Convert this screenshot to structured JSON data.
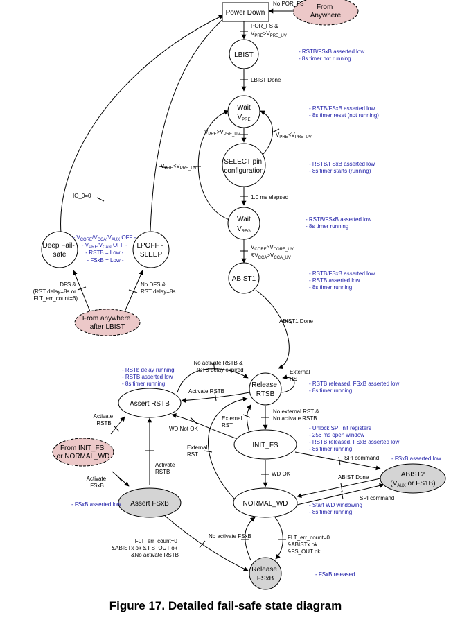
{
  "caption": "Figure 17.  Detailed fail-safe state diagram",
  "colors": {
    "pink": "#ecc8c8",
    "gray": "#d4d4d4",
    "note": "#1a1aa6"
  },
  "states": {
    "power_down": "Power Down",
    "from_anywhere": [
      "From",
      "Anywhere"
    ],
    "lbist": "LBIST",
    "wait_vpre": [
      "Wait",
      "V",
      "PRE"
    ],
    "select_pin": [
      "SELECT pin",
      "configuration"
    ],
    "wait_vreg": [
      "Wait",
      "V",
      "REG"
    ],
    "abist1": "ABIST1",
    "deep_failsafe": [
      "Deep Fail-",
      "safe"
    ],
    "lpoff": [
      "LPOFF -",
      "SLEEP"
    ],
    "from_anywhere_lbist": [
      "From anywhere",
      "after LBIST"
    ],
    "release_rstb": [
      "Release",
      "RTSB"
    ],
    "assert_rstb": "Assert RSTB",
    "init_fs": "INIT_FS",
    "from_init": [
      "From INIT_FS",
      "or NORMAL_WD"
    ],
    "abist2": [
      "ABIST2",
      "(V",
      "AUX",
      " or FS1B)"
    ],
    "normal_wd": "NORMAL_WD",
    "assert_fsxb": "Assert FSxB",
    "release_fsxb": [
      "Release",
      "FSxB"
    ]
  },
  "transitions": {
    "no_por_fs": "No POR_FS",
    "por_fs": [
      "POR_FS &",
      "V",
      "PRE",
      ">V",
      "PRE_UV"
    ],
    "lbist_done": "LBIST Done",
    "vpre_gt": [
      "V",
      "PRE",
      ">V",
      "PRE_UV"
    ],
    "vpre_lt_right": [
      "V",
      "PRE",
      "<V",
      "PRE_UV"
    ],
    "vpre_lt_left": [
      "V",
      "PRE",
      "<V",
      "PRE_UV"
    ],
    "elapsed": "1.0 ms elapsed",
    "vcore_vcca": [
      "V",
      "CORE",
      ">V",
      "CORE_UV",
      "&V",
      "CCA",
      ">V",
      "CCA_UV"
    ],
    "io_0": "IO_0=0",
    "dfs": [
      "DFS &",
      "(RST delay=8s or",
      "FLT_err_count=6)"
    ],
    "no_dfs": [
      "No DFS &",
      "RST delay=8s"
    ],
    "abist1_done": "ABIST1 Done",
    "no_activate_rstb": [
      "No activate RSTB &",
      "RSTB delay expired"
    ],
    "activate_rstb_top": "Activate RSTB",
    "external_rst_loop": [
      "External",
      "RST"
    ],
    "no_external_rst": [
      "No external RST &",
      "No activate RSTB"
    ],
    "external_rst_mid": [
      "External",
      "RST"
    ],
    "wd_not_ok": "WD Not OK",
    "external_rst_left": [
      "External",
      "RST"
    ],
    "activate_rstb_left": [
      "Activate",
      "RSTB"
    ],
    "activate_fsxb": [
      "Activate",
      "FSxB"
    ],
    "activate_rstb_mid": [
      "Activate",
      "RSTB"
    ],
    "spi_command_top": "SPI command",
    "abist_done": "ABIST Done",
    "spi_command_bottom": "SPI command",
    "wd_ok": "WD OK",
    "no_activate_fsxb": "No activate FSxB",
    "flt_right": [
      "FLT_err_count=0",
      "&ABISTx ok",
      "&FS_OUT ok"
    ],
    "flt_left": [
      "FLT_err_count=0",
      "&ABISTx ok & FS_OUT ok",
      "&No activate RSTB"
    ]
  },
  "notes": {
    "lbist": [
      "- RSTB/FSxB asserted low",
      "- 8s timer not running"
    ],
    "wait_vpre": [
      "- RSTB/FSxB asserted low",
      "- 8s timer reset (not running)"
    ],
    "select": [
      "- RSTB/FSxB asserted low",
      "- 8s timer starts (running)"
    ],
    "wait_vreg": [
      "- RSTB/FSxB asserted low",
      "- 8s timer running"
    ],
    "abist1": [
      "- RSTB/FSxB asserted low",
      "- RSTB asserted low",
      "- 8s timer running"
    ],
    "release_rstb": [
      "- RSTB released, FSxB asserted low",
      "- 8s timer running"
    ],
    "assert_rstb": [
      "- RSTb delay running",
      "- RSTB asserted low",
      "- 8s timer running"
    ],
    "deep_failsafe": [
      "- V",
      "CORE",
      "/V",
      "CCA",
      "/V",
      "AUX",
      " OFF -",
      "- V",
      "PRE",
      "/V",
      "CAN",
      " OFF -",
      "- RSTB = Low -",
      "- FSxB = Low -"
    ],
    "init_fs": [
      "- Unlock SPI init registers",
      "- 256 ms open window",
      "- RSTB released, FSxB asserted low",
      "- 8s timer running"
    ],
    "abist2": "- FSxB asserted low",
    "normal_wd": [
      "- Start WD windowing",
      "- 8s timer running"
    ],
    "assert_fsxb": "- FSxB asserted low",
    "release_fsxb": "- FSxB released"
  }
}
